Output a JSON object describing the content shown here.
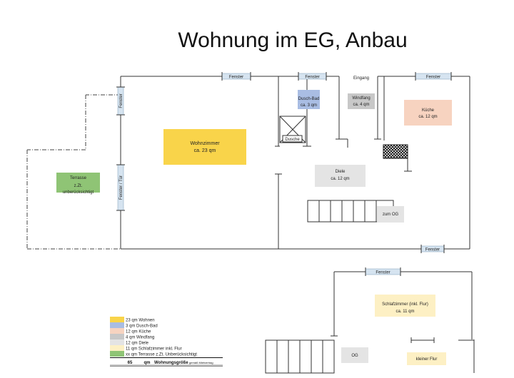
{
  "title": "Wohnung im EG, Anbau",
  "windows": {
    "fenster": "Fenster",
    "fenster_tuer": "Fenster / Tür",
    "eingang": "Eingang"
  },
  "rooms": {
    "wohnzimmer": {
      "name": "Wohnzimmer",
      "size": "ca. 23 qm"
    },
    "duschbad": {
      "name": "Dusch-Bad",
      "size": "ca. 3 qm"
    },
    "windfang": {
      "name": "Windfang",
      "size": "ca. 4 qm"
    },
    "kueche": {
      "name": "Küche",
      "size": "ca. 12 qm"
    },
    "diele": {
      "name": "Diele",
      "size": "ca. 12 qm"
    },
    "terrasse": {
      "line1": "Terrasse",
      "line2": "z.Zt.",
      "line3": "unberücksichtigt"
    },
    "dusche": "Dusche",
    "zum_og": "zum OG",
    "schlafzimmer": {
      "name": "Schlafzimmer (inkl. Flur)",
      "size": "ca. 11 qm"
    },
    "og": "OG",
    "kleiner_flur": "kleiner Flur"
  },
  "legend": {
    "items": [
      {
        "text": "23 qm Wohnen",
        "color": "#f9d44a"
      },
      {
        "text": "3 qm Dusch-Bad",
        "color": "#a9bde3"
      },
      {
        "text": "12 qm Küche",
        "color": "#f7d3c0"
      },
      {
        "text": "4 qm Windfang",
        "color": "#c8c8c8"
      },
      {
        "text": "12 qm Diele",
        "color": "#e4e4e4"
      },
      {
        "text": "11 qm Schlafzimmer inkl. Flur",
        "color": "#fdf0c4"
      },
      {
        "text": "xx qm Terrasse z.Zt. Unberücksichtigt",
        "color": "#8fc475"
      }
    ],
    "total_number": "65",
    "total_unit": "qm",
    "total_label": "Wohnungsgröße",
    "total_note": "gemäß Mietvertrag"
  },
  "colors": {
    "window": "#d6e4f0",
    "wall": "#333333"
  }
}
